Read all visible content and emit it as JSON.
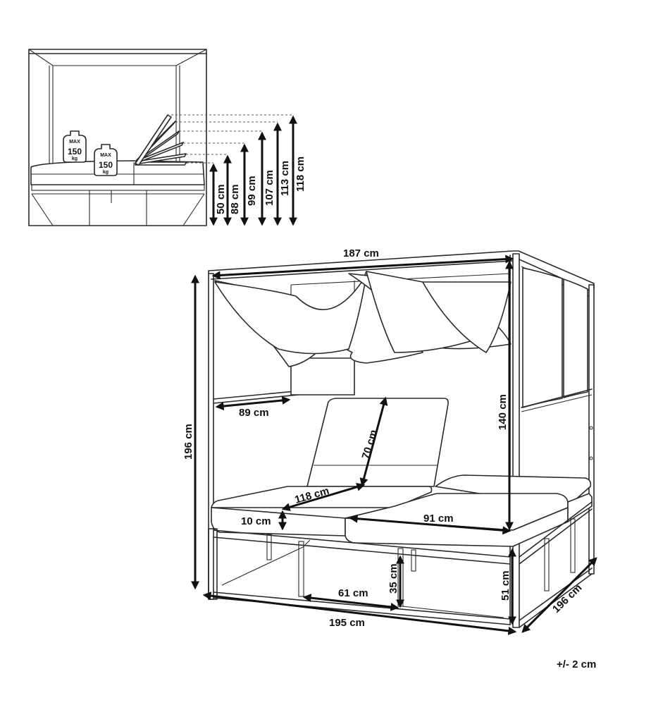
{
  "inset": {
    "weights": [
      {
        "top": "MAX",
        "value": "150",
        "unit": "kg"
      },
      {
        "top": "MAX",
        "value": "150",
        "unit": "kg"
      }
    ],
    "heights": [
      "50 cm",
      "88 cm",
      "99 cm",
      "107 cm",
      "113 cm",
      "118 cm"
    ]
  },
  "main": {
    "dimensions": {
      "top_width": "187 cm",
      "total_height": "196 cm",
      "side_panel": "89 cm",
      "backrest": "70 cm",
      "frame_height": "140 cm",
      "cushion_length": "118 cm",
      "cushion_thickness": "10 cm",
      "cushion_width": "91 cm",
      "leg_spacing": "61 cm",
      "leg_height": "35 cm",
      "base_height": "51 cm",
      "front_width": "195 cm",
      "depth": "196 cm"
    }
  },
  "tolerance": "+/- 2 cm"
}
